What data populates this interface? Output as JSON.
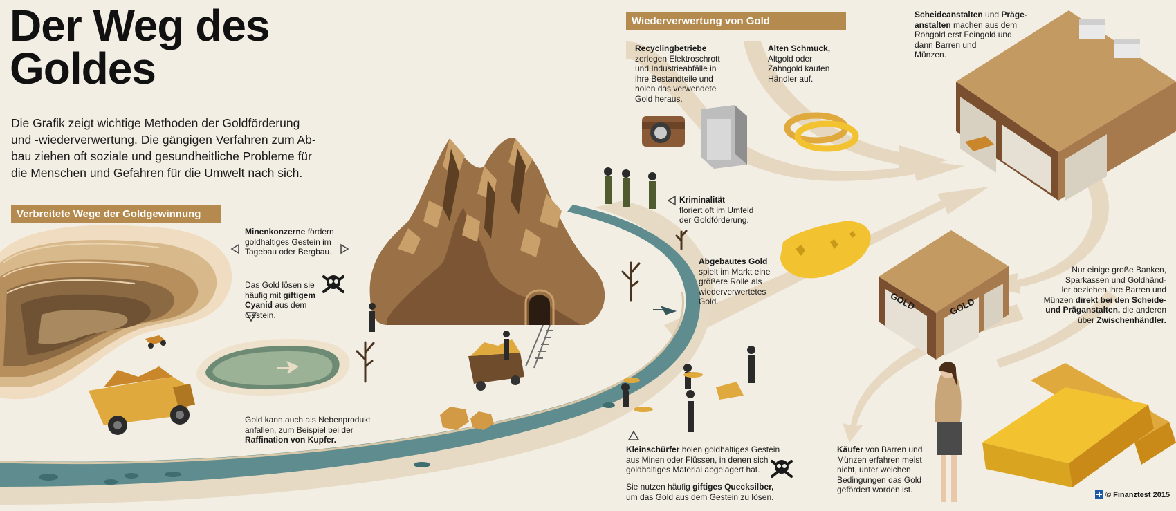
{
  "title_line1": "Der Weg des",
  "title_line2": "Goldes",
  "intro": {
    "line1": "Die Grafik zeigt wichtige Methoden der Goldförderung",
    "line2": "und -wiederverwertung. Die gängigen Verfahren zum Ab-",
    "line3": "bau ziehen oft soziale und gesundheitliche Probleme für",
    "line4": "die Menschen und Gefahren für die Umwelt nach sich."
  },
  "sections": {
    "mining": "Verbreitete Wege der Goldgewinnung",
    "recycling": "Wiederverwertung von Gold"
  },
  "notes": {
    "minen": {
      "bold": "Minenkonzerne",
      "l1": " fördern",
      "l2": "goldhaltiges Gestein im",
      "l3": "Tagebau oder Bergbau."
    },
    "cyanid": {
      "l1": "Das Gold lösen sie",
      "l2a": "häufig mit ",
      "l2b": "giftigem",
      "l3": "Cyanid",
      "l3b": " aus dem Gestein."
    },
    "kupfer": {
      "l1": "Gold kann auch als Nebenprodukt",
      "l2": "anfallen, zum Beispiel bei der",
      "l3": "Raffination von Kupfer."
    },
    "kriminalitaet": {
      "bold": "Kriminalität",
      "l2": "floriert oft im Umfeld",
      "l3": "der Goldförderung."
    },
    "abgebaut": {
      "bold": "Abgebautes Gold",
      "l2": "spielt im Markt eine",
      "l3": "größere Rolle als",
      "l4": "wiederverwertetes",
      "l5": "Gold."
    },
    "recyclingbetriebe": {
      "bold": "Recyclingbetriebe",
      "l2": "zerlegen Elektroschrott",
      "l3": "und Industrieabfälle in",
      "l4": "ihre Bestandteile und",
      "l5": "holen das verwendete",
      "l6": "Gold heraus."
    },
    "schmuck": {
      "bold": "Alten Schmuck,",
      "l2": "Altgold oder",
      "l3": "Zahngold kaufen",
      "l4": "Händler auf."
    },
    "scheide": {
      "b1": "Scheideanstalten",
      "l1b": " und ",
      "b2": "Präge-",
      "b3": "anstalten",
      "l2b": " machen aus dem",
      "l3": "Rohgold erst Feingold und",
      "l4": "dann Barren und",
      "l5": "Münzen."
    },
    "banken": {
      "l1": "Nur einige große Banken,",
      "l2": "Sparkassen und Goldhänd-",
      "l3": "ler beziehen ihre Barren und",
      "l4a": "Münzen ",
      "l4b": "direkt bei den Scheide-",
      "l5b": "und Präganstalten,",
      "l5c": " die anderen",
      "l6a": "über ",
      "l6b": "Zwischenhändler."
    },
    "kleinschuerfer": {
      "bold": "Kleinschürfer",
      "l1": " holen goldhaltiges Gestein",
      "l2": "aus Minen oder Flüssen, in denen sich",
      "l3": "goldhaltiges Material abgelagert hat."
    },
    "quecksilber": {
      "l1a": "Sie nutzen häufig ",
      "l1b": "giftiges Quecksilber,",
      "l2": "um das Gold aus dem Gestein zu lösen."
    },
    "kaeufer": {
      "bold": "Käufer",
      "l1": " von Barren und",
      "l2": "Münzen erfahren meist",
      "l3": "nicht, unter welchen",
      "l4": "Bedingungen das Gold",
      "l5": "gefördert worden ist."
    }
  },
  "shop_sign": "GOLD",
  "copyright": "© Finanztest 2015",
  "colors": {
    "accent": "#b58a4e",
    "background": "#f3eee4",
    "river": "#5f8c8f",
    "gold": "#f2c230",
    "mountain": "#9a7046"
  }
}
